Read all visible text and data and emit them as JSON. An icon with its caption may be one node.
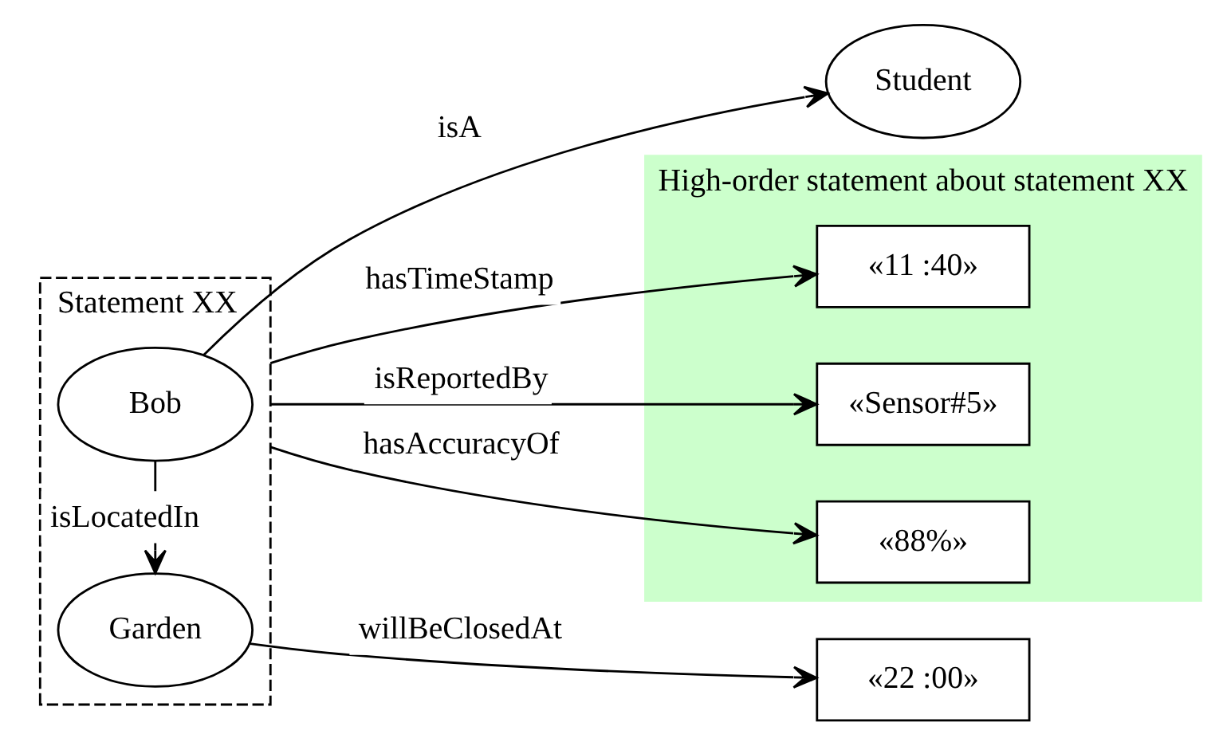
{
  "diagram": {
    "nodes": [
      {
        "text": [
          "Statement XX"
        ]
      },
      {
        "text": [
          "Bob"
        ],
        "in": 0
      },
      {
        "text": [
          "Student"
        ]
      },
      {
        "text": [
          "Garden"
        ],
        "in": 0
      },
      {
        "text": [
          "High-order statement about statement XX"
        ]
      },
      {
        "text": [
          "«11 :40»"
        ],
        "in": 4
      },
      {
        "text": [
          "«Sensor#5»"
        ],
        "in": 4
      },
      {
        "text": [
          "«88%»"
        ],
        "in": 4
      },
      {
        "text": [
          "«22 :00»"
        ]
      }
    ],
    "edges": [
      {
        "from": 1,
        "to": 2,
        "arrow": "to",
        "label": "isA"
      },
      {
        "from": 1,
        "to": 3,
        "arrow": "to",
        "label": "isLocatedIn"
      },
      {
        "from": 0,
        "to": 5,
        "arrow": "to",
        "label": "hasTimeStamp"
      },
      {
        "from": 0,
        "to": 6,
        "arrow": "to",
        "label": "isReportedBy"
      },
      {
        "from": 0,
        "to": 7,
        "arrow": "to",
        "label": "hasAccuracyOf"
      },
      {
        "from": 3,
        "to": 8,
        "arrow": "to",
        "label": "willBeClosedAt"
      }
    ]
  }
}
